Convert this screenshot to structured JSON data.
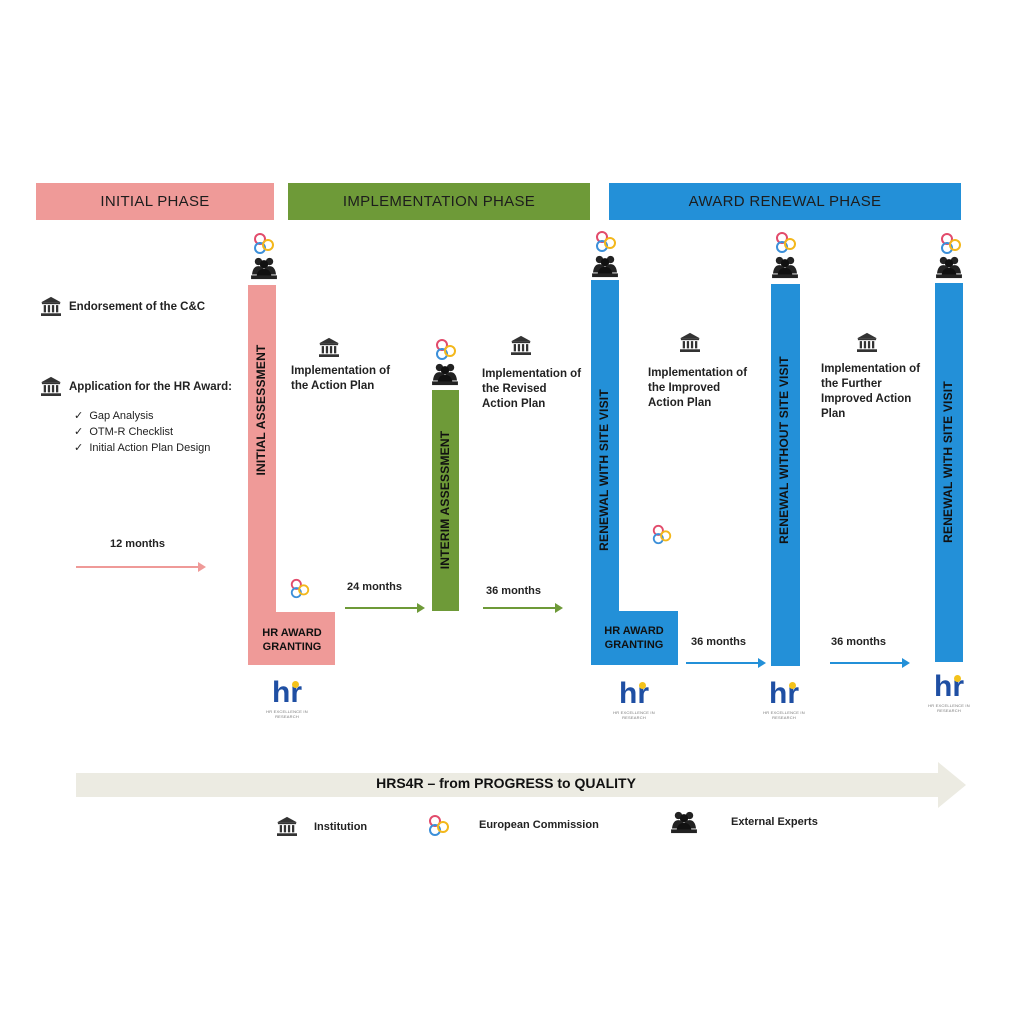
{
  "phases": {
    "initial": "INITIAL PHASE",
    "implementation": "IMPLEMENTATION PHASE",
    "renewal": "AWARD RENEWAL PHASE"
  },
  "left_panel": {
    "endorsement": "Endorsement of the C&C",
    "application": "Application for the HR Award:",
    "items": [
      "Gap Analysis",
      "OTM-R Checklist",
      "Initial Action Plan Design"
    ]
  },
  "assessments": {
    "initial": "INITIAL ASSESSMENT",
    "interim": "INTERIM ASSESSMENT",
    "renewal_site_1": "RENEWAL WITH SITE VISIT",
    "renewal_no_site": "RENEWAL WITHOUT SITE VISIT",
    "renewal_site_2": "RENEWAL WITH SITE VISIT"
  },
  "implementations": {
    "action_plan": "Implementation of the Action Plan",
    "revised": "Implementation of the Revised Action Plan",
    "improved": "Implementation of the Improved Action Plan",
    "further": "Implementation of the Further Improved Action Plan"
  },
  "grants": {
    "first": "HR AWARD GRANTING",
    "second": "HR AWARD GRANTING"
  },
  "durations": {
    "d12": "12 months",
    "d24": "24 months",
    "d36a": "36 months",
    "d36b": "36 months",
    "d36c": "36 months"
  },
  "logo": {
    "mark": "hr",
    "tagline": "HR EXCELLENCE IN RESEARCH"
  },
  "banner": "HRS4R – from PROGRESS to QUALITY",
  "legend": {
    "institution": "Institution",
    "commission": "European Commission",
    "experts": "External Experts"
  },
  "colors": {
    "initial": "#ef9a98",
    "implementation": "#6e9a38",
    "renewal": "#2390d8",
    "banner": "#ecebe2"
  }
}
